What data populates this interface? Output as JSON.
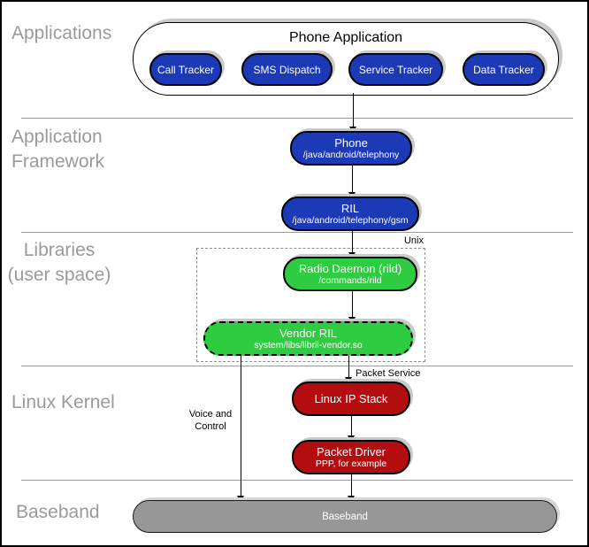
{
  "sections": {
    "applications": {
      "label": "Applications"
    },
    "framework": {
      "label_line1": "Application",
      "label_line2": "Framework"
    },
    "libraries": {
      "label_line1": "Libraries",
      "label_line2": "(user space)"
    },
    "kernel": {
      "label": "Linux Kernel"
    },
    "baseband": {
      "label": "Baseband"
    }
  },
  "apps_container": {
    "title": "Phone Application",
    "items": [
      {
        "label": "Call Tracker"
      },
      {
        "label": "SMS Dispatch"
      },
      {
        "label": "Service Tracker"
      },
      {
        "label": "Data Tracker"
      }
    ]
  },
  "nodes": {
    "phone": {
      "title": "Phone",
      "subtitle": "/java/android/telephony"
    },
    "ril": {
      "title": "RIL",
      "subtitle": "/java/android/telephony/gsm"
    },
    "radio_daemon": {
      "title": "Radio Daemon (rild)",
      "subtitle": "/commands/rild"
    },
    "vendor_ril": {
      "title": "Vendor RIL",
      "subtitle": "system/libs/libril-vendor.so"
    },
    "ip_stack": {
      "title": "Linux IP Stack"
    },
    "packet_driver": {
      "title": "Packet Driver",
      "subtitle": "PPP, for example"
    },
    "baseband": {
      "title": "Baseband"
    }
  },
  "annotations": {
    "unix": "Unix",
    "packet_service": "Packet Service",
    "voice_control_line1": "Voice and",
    "voice_control_line2": "Control"
  },
  "colors": {
    "app_blue": "#1c3ab5",
    "daemon_green": "#2ecc40",
    "kernel_red": "#b30d10",
    "baseband_gray": "#979797",
    "label_gray": "#9a9a9a",
    "shadow_gray": "#c9c9c9",
    "dash_gray": "#8c8c8c"
  }
}
